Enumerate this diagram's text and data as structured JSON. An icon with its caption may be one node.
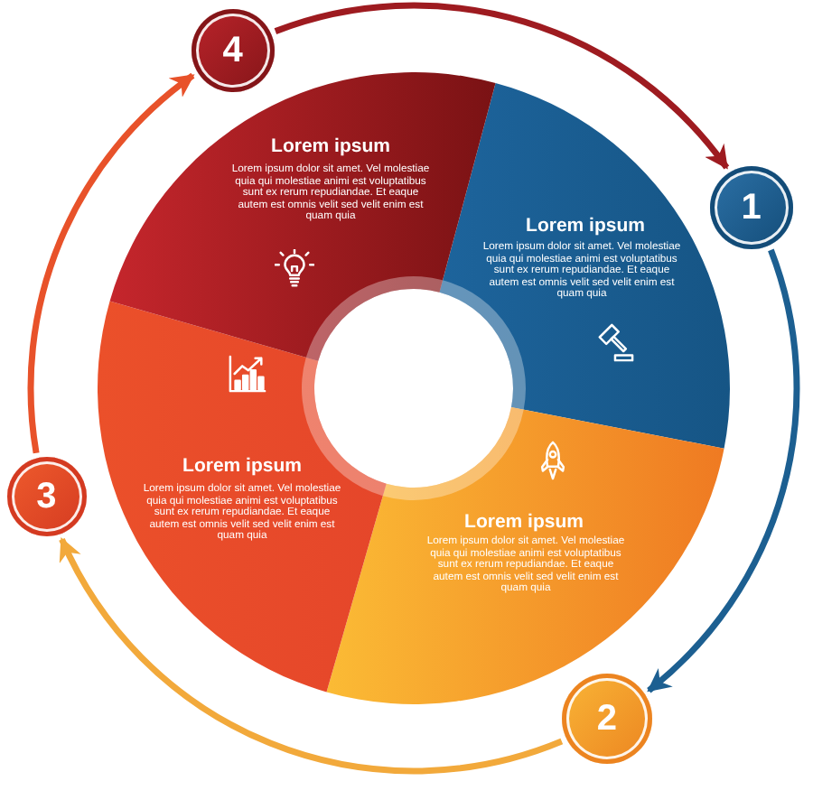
{
  "diagram": {
    "nodes": [
      {
        "text": [
          "1"
        ]
      },
      {
        "text": [
          "Lorem ipsum",
          "Lorem ipsum dolor sit amet. Vel molestiae quia qui molestiae animi est voluptatibus sunt ex rerum repudiandae. Et eaque autem est omnis velit sed velit enim est quam quia"
        ]
      },
      {
        "text": [
          "2"
        ]
      },
      {
        "text": [
          "Lorem ipsum",
          "Lorem ipsum dolor sit amet. Vel molestiae quia qui molestiae animi est voluptatibus sunt ex rerum repudiandae. Et eaque autem est omnis velit sed velit enim est quam quia"
        ]
      },
      {
        "text": [
          "3"
        ]
      },
      {
        "text": [
          "Lorem ipsum",
          "Lorem ipsum dolor sit amet. Vel molestiae quia qui molestiae animi est voluptatibus sunt ex rerum repudiandae. Et eaque autem est omnis velit sed velit enim est quam quia"
        ]
      },
      {
        "text": [
          "4"
        ]
      },
      {
        "text": [
          "Lorem ipsum",
          "Lorem ipsum dolor sit amet. Vel molestiae quia qui molestiae animi est voluptatibus sunt ex rerum repudiandae. Et eaque autem est omnis velit sed velit enim est quam quia"
        ]
      }
    ],
    "edges": [
      {
        "from": 6,
        "to": 0,
        "arrow": "to",
        "color": "#9e1b20"
      },
      {
        "from": 0,
        "to": 2,
        "arrow": "to",
        "color": "#1c5f91"
      },
      {
        "from": 2,
        "to": 4,
        "arrow": "to",
        "color": "#f2a93b"
      },
      {
        "from": 4,
        "to": 6,
        "arrow": "to",
        "color": "#e8522a"
      }
    ]
  }
}
